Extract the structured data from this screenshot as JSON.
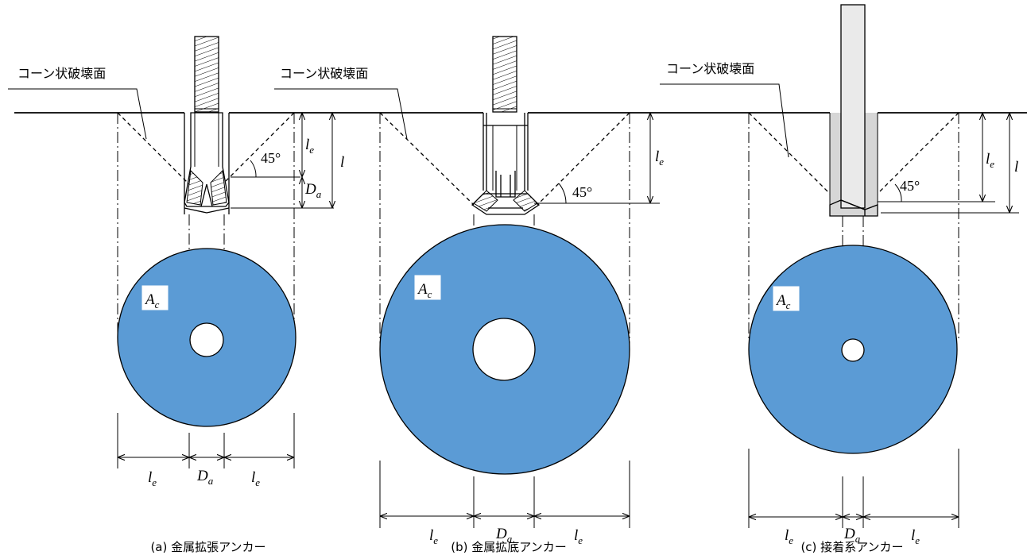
{
  "colors": {
    "cone_area": "#5B9BD5",
    "bolt_fill": "#EAEAEA",
    "adhesive_fill": "#D6D6D6",
    "line": "#000000"
  },
  "labels": {
    "cone_failure_surface": "コーン状破壊面",
    "angle": "45°",
    "le_base": "l",
    "le_sub": "e",
    "l": "l",
    "da_base": "D",
    "da_sub": "a",
    "ac_base": "A",
    "ac_sub": "c"
  },
  "panels": [
    {
      "id": "a",
      "caption": "(a) 金属拡張アンカー"
    },
    {
      "id": "b",
      "caption": "(b) 金属拡底アンカー"
    },
    {
      "id": "c",
      "caption": "(c) 接着系アンカー"
    }
  ]
}
